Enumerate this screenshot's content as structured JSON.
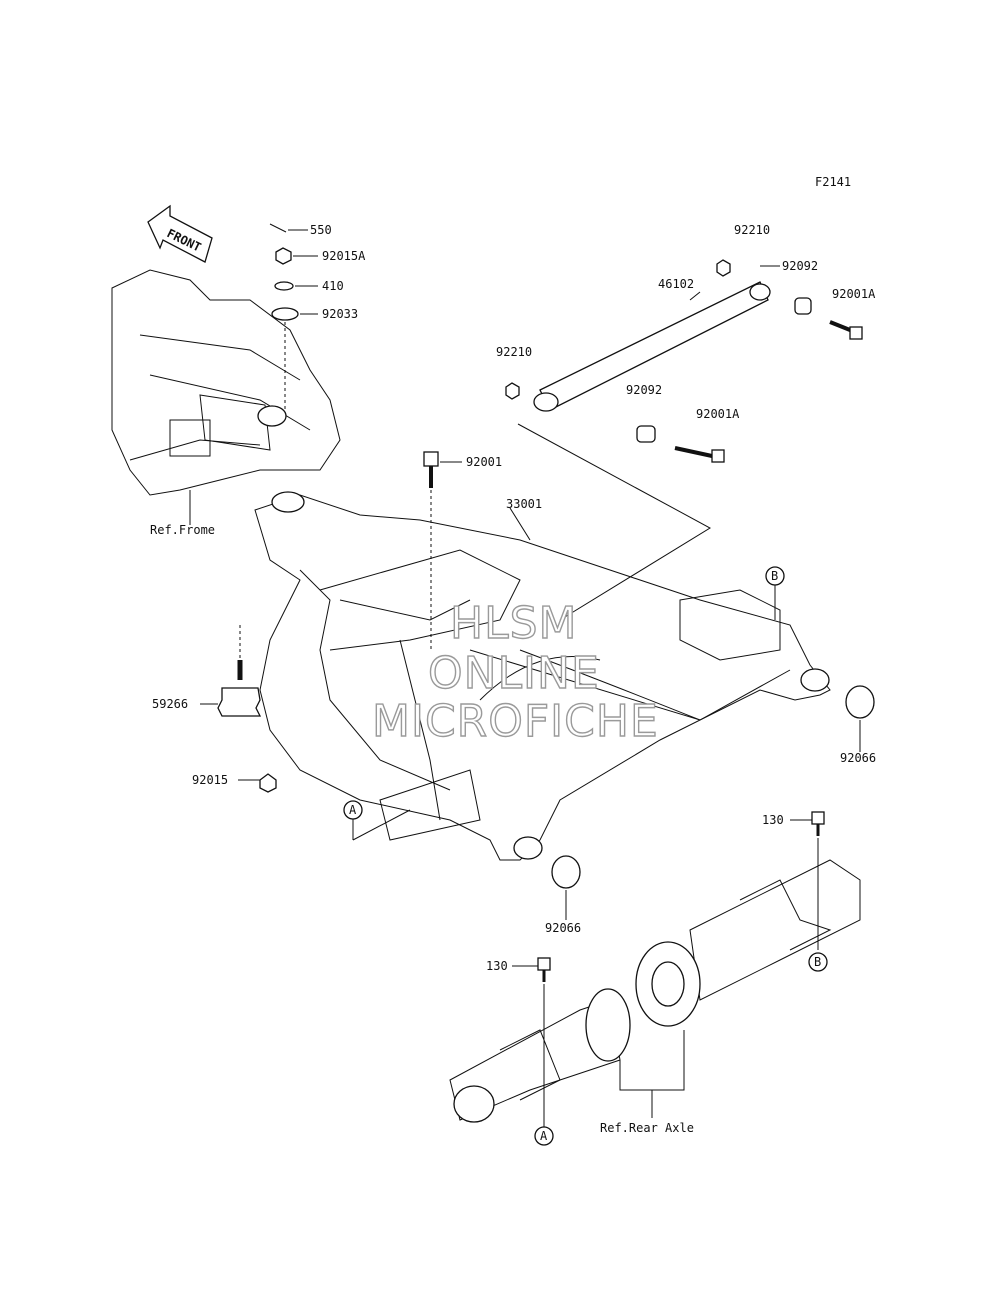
{
  "figure_code": "F2141",
  "front_arrow": "FRONT",
  "watermark": [
    "HLSM",
    "ONLINE",
    "MICROFICHE"
  ],
  "labels": {
    "p550": "550",
    "p92015A": "92015A",
    "p410": "410",
    "p92033": "92033",
    "ref_frame": "Ref.Frome",
    "p92210_top": "92210",
    "p92092_top": "92092",
    "p92001A_top": "92001A",
    "p46102": "46102",
    "p92210_mid": "92210",
    "p92092_mid": "92092",
    "p92001A_mid": "92001A",
    "p92001": "92001",
    "p33001": "33001",
    "p59266": "59266",
    "p92015": "92015",
    "p92066_right": "92066",
    "p92066_bottom": "92066",
    "p130_right": "130",
    "p130_left": "130",
    "ref_rear_axle": "Ref.Rear Axle",
    "mark_A": "A",
    "mark_B": "B"
  }
}
